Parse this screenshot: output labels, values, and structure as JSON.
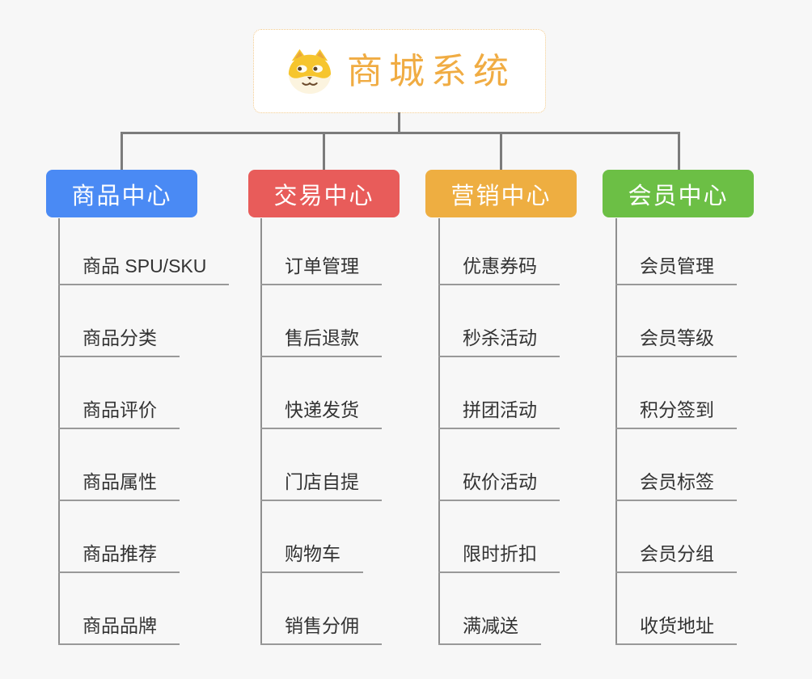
{
  "root": {
    "title": "商城系统",
    "icon": "shiba-dog-face",
    "title_color": "#F0AC43",
    "border_color": "#F3CA8B",
    "background": "#FFFFFF"
  },
  "canvas": {
    "background_color": "#F7F7F7",
    "connector_color": "#7B7B7B",
    "stem_color": "#8F8F8F",
    "leaf_underline_color": "#999999",
    "leaf_text_color": "#333333"
  },
  "branches": [
    {
      "label": "商品中心",
      "color": "#4A8AF4",
      "items": [
        "商品 SPU/SKU",
        "商品分类",
        "商品评价",
        "商品属性",
        "商品推荐",
        "商品品牌"
      ]
    },
    {
      "label": "交易中心",
      "color": "#E85C5A",
      "items": [
        "订单管理",
        "售后退款",
        "快递发货",
        "门店自提",
        "购物车",
        "销售分佣"
      ]
    },
    {
      "label": "营销中心",
      "color": "#EEAE41",
      "items": [
        "优惠券码",
        "秒杀活动",
        "拼团活动",
        "砍价活动",
        "限时折扣",
        "满减送"
      ]
    },
    {
      "label": "会员中心",
      "color": "#6CBF45",
      "items": [
        "会员管理",
        "会员等级",
        "积分签到",
        "会员标签",
        "会员分组",
        "收货地址"
      ]
    }
  ]
}
